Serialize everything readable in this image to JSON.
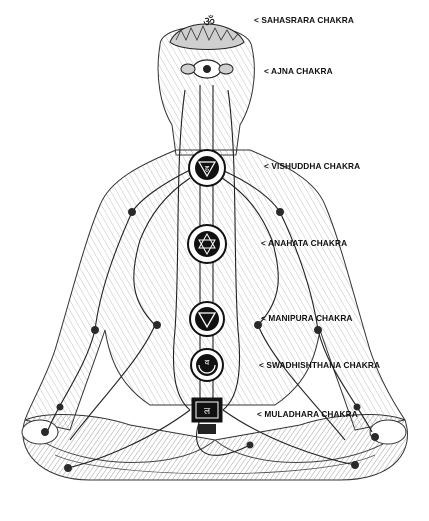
{
  "chakras": [
    {
      "id": "sahasrara",
      "label": "< SAHASRARA CHAKRA"
    },
    {
      "id": "ajna",
      "label": "< AJNA CHAKRA"
    },
    {
      "id": "vishuddha",
      "label": "< VISHUDDHA CHAKRA"
    },
    {
      "id": "anahata",
      "label": "< ANAHATA CHAKRA"
    },
    {
      "id": "manipura",
      "label": "< MANIPURA CHAKRA"
    },
    {
      "id": "swadhishthana",
      "label": "< SWADHISHTHANA CHAKRA"
    },
    {
      "id": "muladhara",
      "label": "< MULADHARA CHAKRA"
    }
  ],
  "symbols": {
    "om": "ॐ",
    "vishuddha_seed": "ह",
    "swadhishthana_seed": "व",
    "muladhara_seed": "ल"
  },
  "colors": {
    "ink": "#1a1a1a",
    "paper": "#ffffff",
    "shade": "#9a9a9a"
  }
}
